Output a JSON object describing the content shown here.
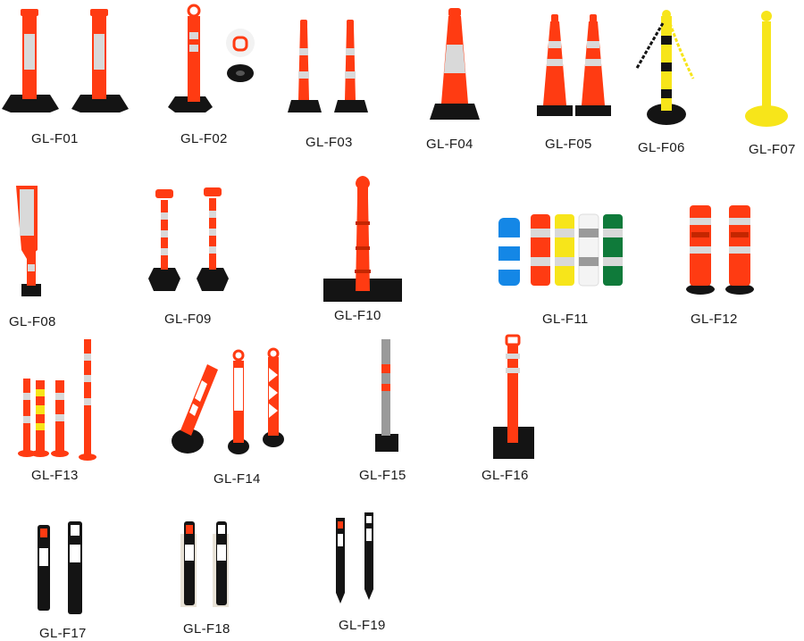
{
  "products": [
    {
      "code": "GL-F01"
    },
    {
      "code": "GL-F02"
    },
    {
      "code": "GL-F03"
    },
    {
      "code": "GL-F04"
    },
    {
      "code": "GL-F05"
    },
    {
      "code": "GL-F06"
    },
    {
      "code": "GL-F07"
    },
    {
      "code": "GL-F08"
    },
    {
      "code": "GL-F09"
    },
    {
      "code": "GL-F10"
    },
    {
      "code": "GL-F11"
    },
    {
      "code": "GL-F12"
    },
    {
      "code": "GL-F13"
    },
    {
      "code": "GL-F14"
    },
    {
      "code": "GL-F15"
    },
    {
      "code": "GL-F16"
    },
    {
      "code": "GL-F17"
    },
    {
      "code": "GL-F18"
    },
    {
      "code": "GL-F19"
    }
  ],
  "colors": {
    "orange": "#ff3b12",
    "reflective": "#d9d9d9",
    "base": "#141414",
    "yellow": "#f7e51a",
    "blue": "#1487e6",
    "green": "#0f7a3a"
  }
}
